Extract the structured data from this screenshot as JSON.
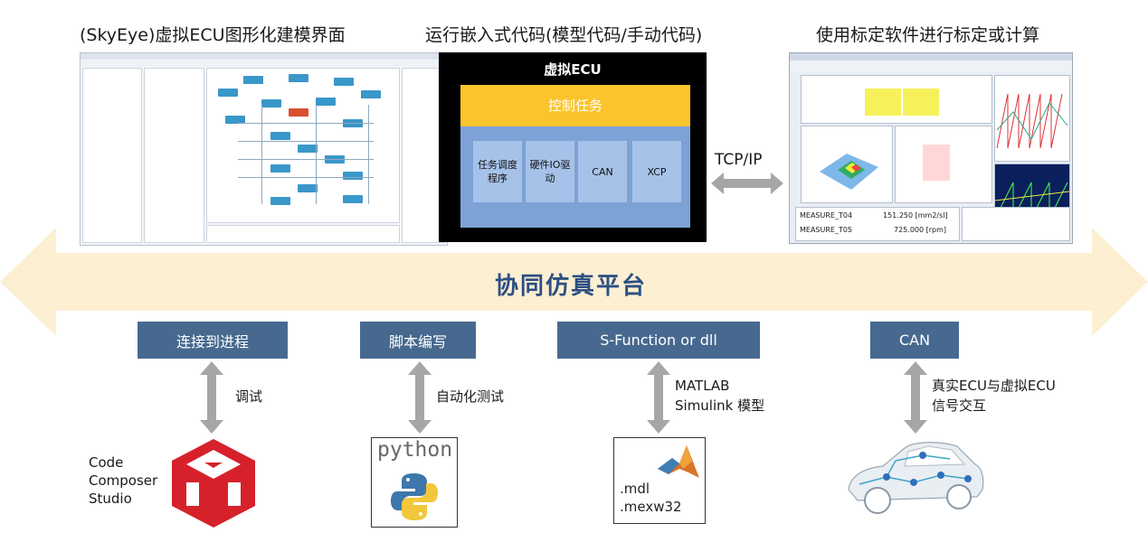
{
  "top": {
    "caption_left": "(SkyEye)虚拟ECU图形化建模界面",
    "caption_center": "运行嵌入式代码(模型代码/手动代码)",
    "caption_right": "使用标定软件进行标定或计算"
  },
  "ecu": {
    "title": "虚拟ECU",
    "control_task": "控制任务",
    "cells": [
      "任务调度程序",
      "硬件IO驱动",
      "CAN",
      "XCP"
    ]
  },
  "link_label": "TCP/IP",
  "platform_label": "协同仿真平台",
  "calib_readout": {
    "row1_name": "MEASURE_T04",
    "row1_value": "151.250 [mm2/sl]",
    "row2_name": "MEASURE_T05",
    "row2_value": "725.000 [rpm]"
  },
  "interfaces": [
    {
      "button": "连接到进程",
      "arrow_label": "调试",
      "tool": "Code Composer Studio",
      "tool_lines": [
        "Code",
        "Composer",
        "Studio"
      ]
    },
    {
      "button": "脚本编写",
      "arrow_label": "自动化测试",
      "tool": "python"
    },
    {
      "button": "S-Function or dll",
      "arrow_label_lines": [
        "MATLAB",
        "Simulink 模型"
      ],
      "tool_lines": [
        ".mdl",
        ".mexw32"
      ]
    },
    {
      "button": "CAN",
      "arrow_label_lines": [
        "真实ECU与虚拟ECU",
        "信号交互"
      ]
    }
  ],
  "colors": {
    "button_bg": "#47698f",
    "platform_arrow": "#fcefd2",
    "ecu_task": "#fbc42c",
    "ecu_lower": "#7da2d6",
    "arrow_gray": "#a6a6a6",
    "ccs_red": "#d6212b"
  }
}
